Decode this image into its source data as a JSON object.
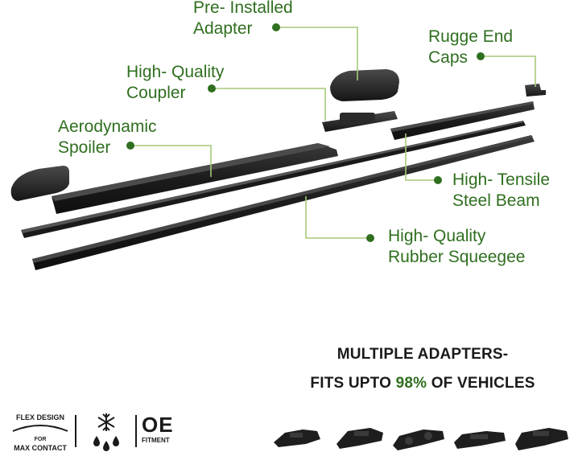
{
  "callouts": {
    "pre_installed_adapter": [
      "Pre- Installed",
      "Adapter"
    ],
    "rugge_end_caps": [
      "Rugge End",
      "Caps"
    ],
    "high_quality_coupler": [
      "High- Quality",
      "Coupler"
    ],
    "aerodynamic_spoiler": [
      "Aerodynamic",
      "Spoiler"
    ],
    "high_tensile_steel_beam": [
      "High- Tensile",
      "Steel Beam"
    ],
    "high_quality_rubber_squeegee": [
      "High- Quality",
      "Rubber Squeegee"
    ]
  },
  "headline": {
    "line1": "MULTIPLE ADAPTERS-",
    "line2_prefix": "FITS UPTO ",
    "line2_accent": "98%",
    "line2_suffix": " OF VEHICLES"
  },
  "features": {
    "flex": {
      "top": "FLEX DESIGN",
      "mid": "FOR",
      "bottom": "MAX CONTACT"
    },
    "oe": {
      "big": "OE",
      "small": "FITMENT"
    }
  },
  "colors": {
    "accent": "#2f6f1f",
    "callout_line": "#a6c97a",
    "part": "#1e1e1e",
    "text_dark": "#1a1a1a"
  },
  "icons": [
    "snowflake-icon",
    "water-drops-icon"
  ]
}
